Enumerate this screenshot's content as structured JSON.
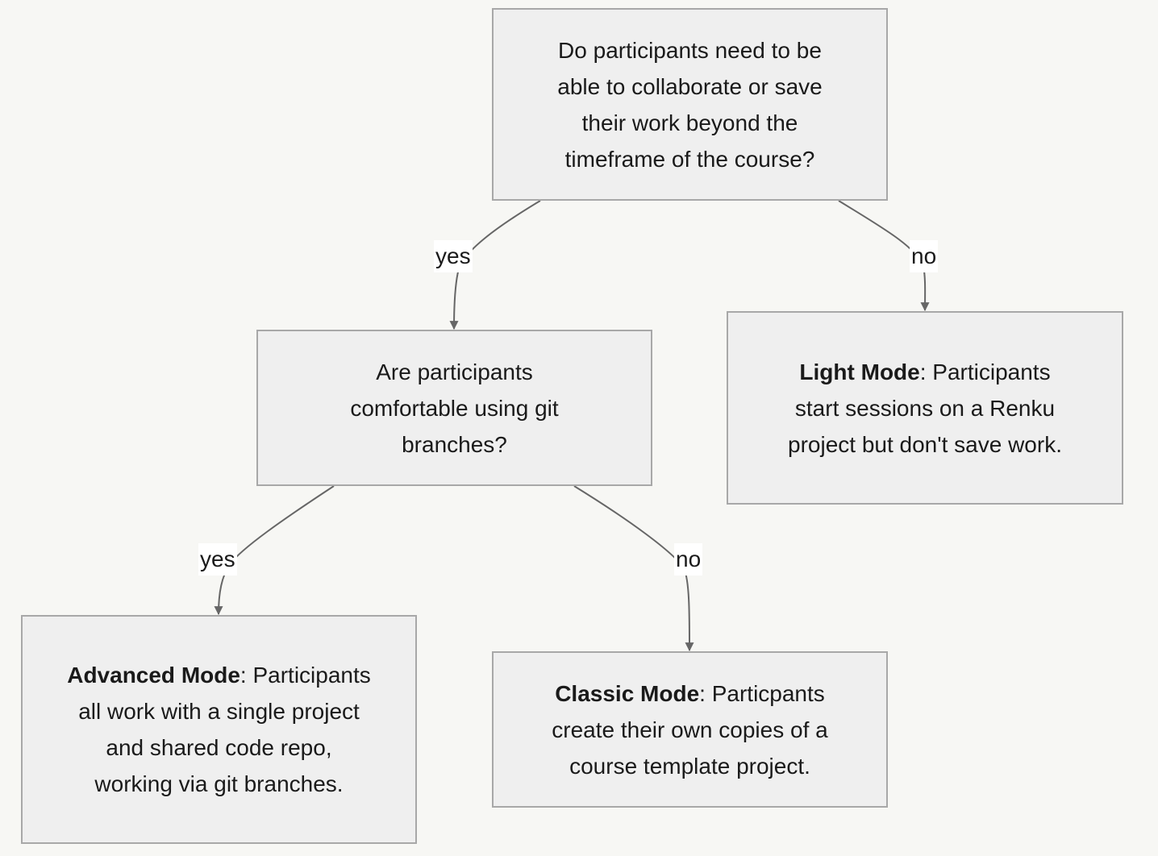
{
  "nodes": {
    "q1": {
      "text": "Do participants need to be able to collaborate or save their work beyond the timeframe of the course?"
    },
    "q2": {
      "text": "Are participants comfortable using git branches?"
    },
    "light": {
      "title": "Light Mode",
      "text": ": Participants start sessions on a Renku project but don't save work."
    },
    "advanced": {
      "title": "Advanced Mode",
      "text": ": Participants all work with a single project and shared code repo, working via git branches."
    },
    "classic": {
      "title": "Classic Mode",
      "text": ": Particpants create their own copies of a course template project."
    }
  },
  "edges": {
    "q1_yes": "yes",
    "q1_no": "no",
    "q2_yes": "yes",
    "q2_no": "no"
  }
}
